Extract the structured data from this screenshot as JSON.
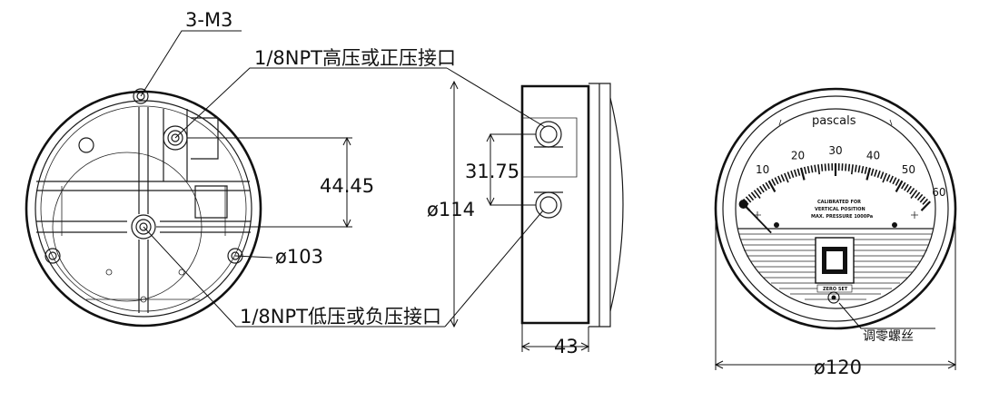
{
  "labels": {
    "screws": "3-M3",
    "high_port": "1/8NPT高压或正压接口",
    "low_port": "1/8NPT低压或负压接口",
    "zero_screw": "调零螺丝"
  },
  "dimensions": {
    "hole_spacing": "44.45",
    "bolt_circle": "ø103",
    "side_diameter": "ø114",
    "port_spacing": "31.75",
    "depth": "43",
    "face_diameter": "ø120"
  },
  "dial": {
    "unit": "pascals",
    "scale_numbers": [
      "10",
      "20",
      "30",
      "40",
      "50",
      "60"
    ],
    "scale_min": 0,
    "scale_max": 60,
    "pointer_value": 0,
    "info_lines": [
      "CALIBRATED FOR",
      "VERTICAL POSITION",
      "MAX. PRESSURE 1000Pa"
    ],
    "zero_label": "ZERO SET"
  }
}
